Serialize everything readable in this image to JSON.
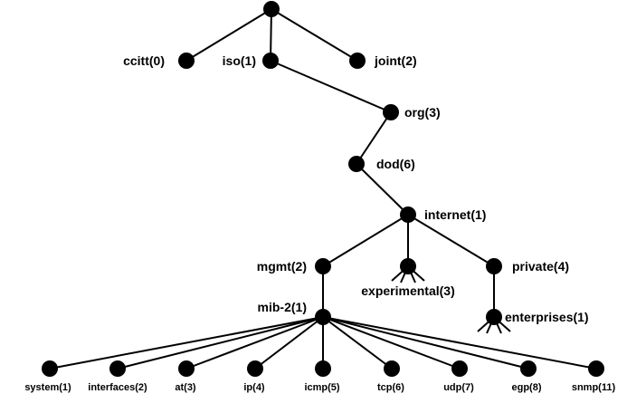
{
  "tree": {
    "nodes": {
      "root": {
        "label": ""
      },
      "ccitt": {
        "label": "ccitt(0)"
      },
      "iso": {
        "label": "iso(1)"
      },
      "joint": {
        "label": "joint(2)"
      },
      "org": {
        "label": "org(3)"
      },
      "dod": {
        "label": "dod(6)"
      },
      "internet": {
        "label": "internet(1)"
      },
      "mgmt": {
        "label": "mgmt(2)"
      },
      "experimental": {
        "label": "experimental(3)"
      },
      "private": {
        "label": "private(4)"
      },
      "mib2": {
        "label": "mib-2(1)"
      },
      "enterprises": {
        "label": "enterprises(1)"
      },
      "system": {
        "label": "system(1)"
      },
      "interfaces": {
        "label": "interfaces(2)"
      },
      "at": {
        "label": "at(3)"
      },
      "ip": {
        "label": "ip(4)"
      },
      "icmp": {
        "label": "icmp(5)"
      },
      "tcp": {
        "label": "tcp(6)"
      },
      "udp": {
        "label": "udp(7)"
      },
      "egp": {
        "label": "egp(8)"
      },
      "snmp": {
        "label": "snmp(11)"
      }
    },
    "edges": [
      [
        "root",
        "ccitt"
      ],
      [
        "root",
        "iso"
      ],
      [
        "root",
        "joint"
      ],
      [
        "iso",
        "org"
      ],
      [
        "org",
        "dod"
      ],
      [
        "dod",
        "internet"
      ],
      [
        "internet",
        "mgmt"
      ],
      [
        "internet",
        "experimental"
      ],
      [
        "internet",
        "private"
      ],
      [
        "mgmt",
        "mib2"
      ],
      [
        "private",
        "enterprises"
      ],
      [
        "mib2",
        "system"
      ],
      [
        "mib2",
        "interfaces"
      ],
      [
        "mib2",
        "at"
      ],
      [
        "mib2",
        "ip"
      ],
      [
        "mib2",
        "icmp"
      ],
      [
        "mib2",
        "tcp"
      ],
      [
        "mib2",
        "udp"
      ],
      [
        "mib2",
        "egp"
      ],
      [
        "mib2",
        "snmp"
      ]
    ],
    "collapsed_subtrees": [
      "experimental",
      "enterprises"
    ]
  }
}
